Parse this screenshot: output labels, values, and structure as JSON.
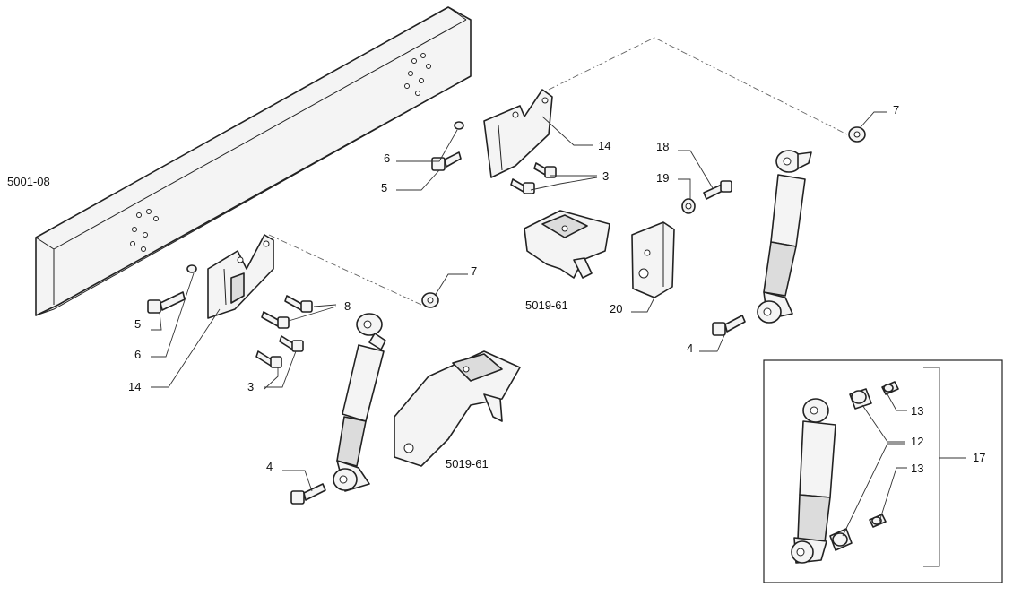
{
  "diagram": {
    "section_ref": "5001-08",
    "cross_refs": [
      "5019-61",
      "5019-61"
    ],
    "callouts": {
      "left_group": [
        "5",
        "6",
        "14",
        "8",
        "3",
        "7",
        "4"
      ],
      "upper_group": [
        "6",
        "5",
        "14",
        "3"
      ],
      "right_group": [
        "18",
        "19",
        "20",
        "7",
        "4"
      ],
      "inset": [
        "13",
        "12",
        "13",
        "17"
      ]
    }
  }
}
